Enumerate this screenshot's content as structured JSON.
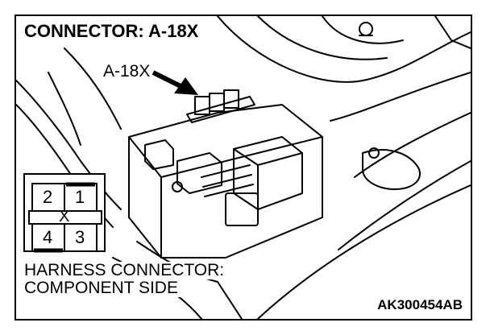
{
  "diagram": {
    "title": "CONNECTOR: A-18X",
    "callout_label": "A-18X",
    "harness_connector": {
      "line1": "HARNESS CONNECTOR:",
      "line2": "COMPONENT SIDE",
      "pins": {
        "top_left": "2",
        "top_right": "1",
        "center": "X",
        "bottom_left": "4",
        "bottom_right": "3"
      }
    },
    "figure_code": "AK300454AB"
  }
}
